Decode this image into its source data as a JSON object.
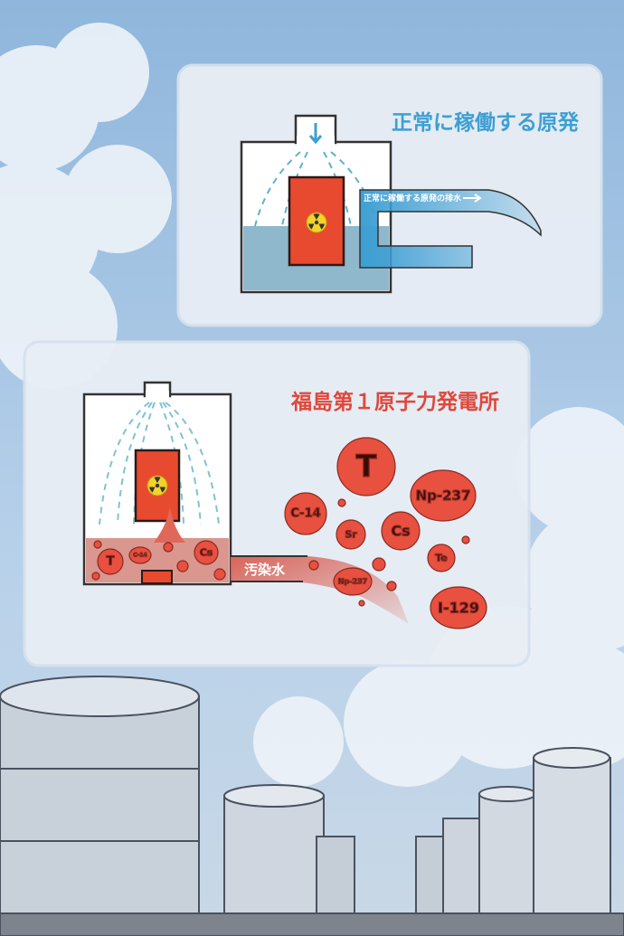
{
  "panel_normal": {
    "title": "正常に稼働する原発",
    "outflow_label": "正常に稼働する原発の排水",
    "title_color": "#3d9fd3"
  },
  "panel_fukushima": {
    "title": "福島第１原子力発電所",
    "outflow_label": "汚染水",
    "title_color": "#e0473a",
    "tank_particles": [
      "T",
      "C-14",
      "Cs"
    ],
    "stream_particles": [
      "Np-237"
    ],
    "released_particles": [
      "T",
      "Np-237",
      "C-14",
      "Sr",
      "Cs",
      "Te",
      "I-129"
    ]
  },
  "icons": [
    "radiation-icon",
    "down-arrow-icon",
    "right-arrow-icon"
  ],
  "colors": {
    "sky": "#a9c6e4",
    "water_blue": "#3d9fd3",
    "particle_red": "#e8503f"
  }
}
